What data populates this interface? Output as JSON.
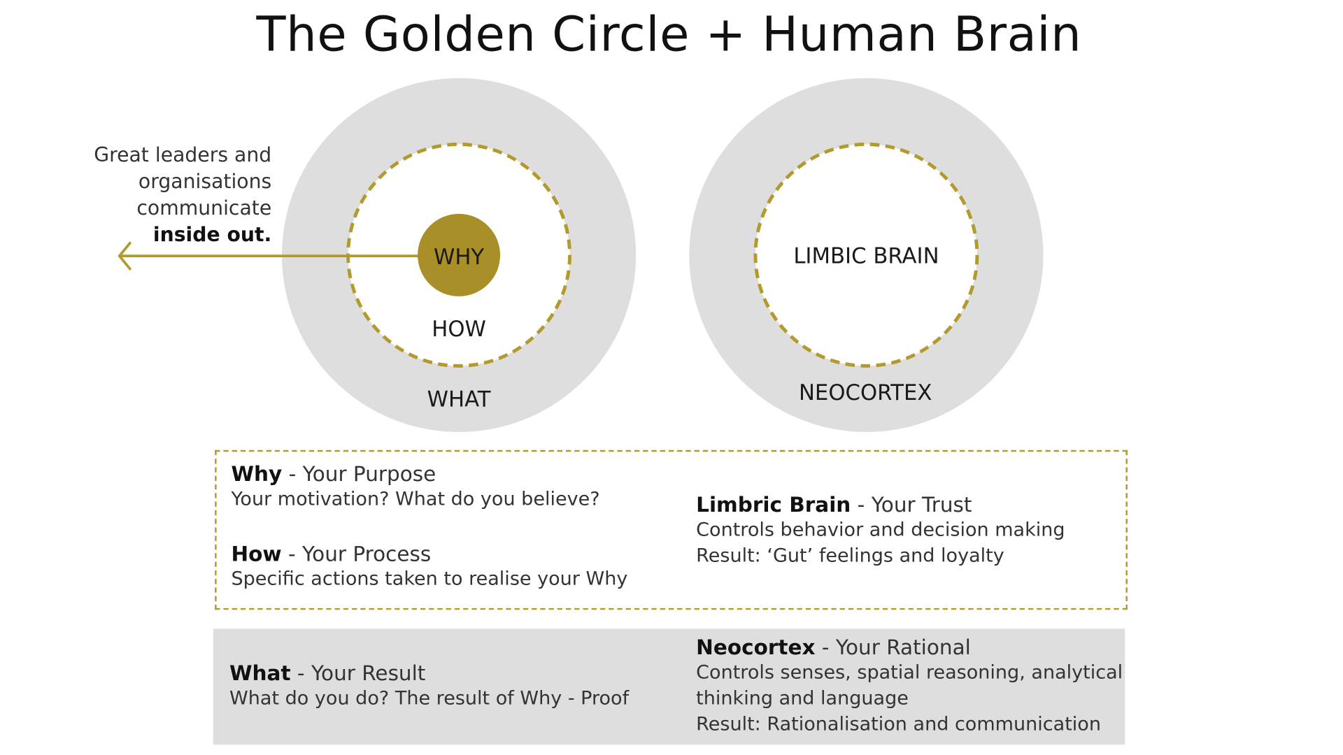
{
  "title": "The Golden Circle + Human Brain",
  "colors": {
    "gold": "#a98f28",
    "gold_dash": "#b39a2c",
    "grey_ring": "#dedede",
    "grey_box": "#dedede",
    "text": "#1a1a1a"
  },
  "golden_circle": {
    "why": "WHY",
    "how": "HOW",
    "what": "WHAT",
    "note": {
      "line1": "Great leaders and",
      "line2": "organisations",
      "line3": "communicate",
      "emphasis": "inside out."
    }
  },
  "brain": {
    "limbic": "LIMBIC BRAIN",
    "neocortex": "NEOCORTEX"
  },
  "descriptions": {
    "why": {
      "term": "Why",
      "suffix": " - Your Purpose",
      "lines": [
        "Your motivation? What do you believe?"
      ]
    },
    "how": {
      "term": "How",
      "suffix": " - Your Process",
      "lines": [
        "Specific actions taken to realise your Why"
      ]
    },
    "limbic": {
      "term": "Limbric Brain",
      "suffix": " - Your Trust",
      "lines": [
        "Controls behavior and decision making",
        "Result: ‘Gut’ feelings and loyalty"
      ]
    },
    "what": {
      "term": "What",
      "suffix": " - Your Result",
      "lines": [
        "What do you do? The result of Why - Proof"
      ]
    },
    "neocortex": {
      "term": "Neocortex",
      "suffix": " - Your Rational",
      "lines": [
        "Controls senses, spatial reasoning, analytical",
        "thinking and language",
        "Result: Rationalisation and communication"
      ]
    }
  }
}
